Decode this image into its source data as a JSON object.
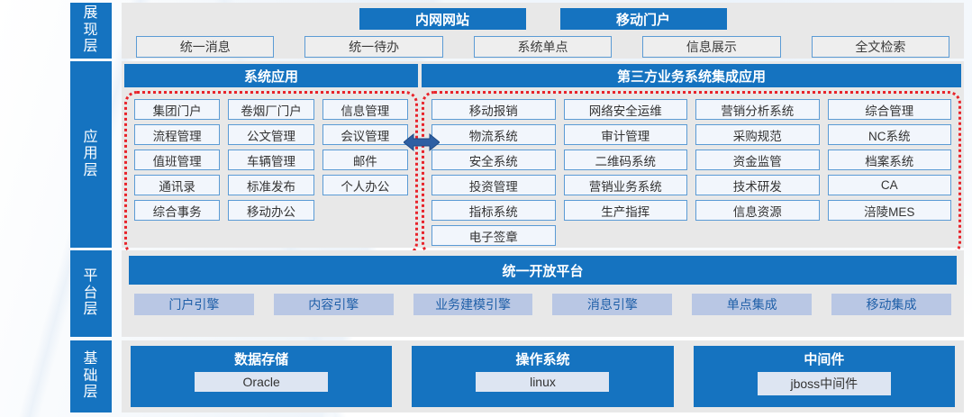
{
  "diagram": {
    "title": "IT Architecture Layers",
    "colors": {
      "primary_blue": "#1573c0",
      "dotted_red": "#e8232a",
      "chip_border": "#5b9bd5",
      "platform_chip": "#b9c7e4",
      "layer_body": "#e8e8e8"
    }
  },
  "presentation_layer": {
    "tab_chars": [
      "展",
      "现",
      "层"
    ],
    "banners": [
      "内网网站",
      "移动门户"
    ],
    "chips": [
      "统一消息",
      "统一待办",
      "系统单点",
      "信息展示",
      "全文检索"
    ]
  },
  "application_layer": {
    "tab_chars": [
      "应",
      "用",
      "层"
    ],
    "left_banner": "系统应用",
    "right_banner": "第三方业务系统集成应用",
    "arrow_icon": "double-arrow-icon",
    "left_columns": [
      [
        "集团门户",
        "流程管理",
        "值班管理",
        "通讯录",
        "综合事务"
      ],
      [
        "卷烟厂门户",
        "公文管理",
        "车辆管理",
        "标准发布",
        "移动办公"
      ],
      [
        "信息管理",
        "会议管理",
        "邮件",
        "个人办公"
      ]
    ],
    "right_columns": [
      [
        "移动报销",
        "物流系统",
        "安全系统",
        "投资管理",
        "指标系统",
        "电子签章"
      ],
      [
        "网络安全运维",
        "审计管理",
        "二维码系统",
        "营销业务系统",
        "生产指挥"
      ],
      [
        "营销分析系统",
        "采购规范",
        "资金监管",
        "技术研发",
        "信息资源"
      ],
      [
        "综合管理",
        "NC系统",
        "档案系统",
        "CA",
        "涪陵MES"
      ]
    ]
  },
  "platform_layer": {
    "tab_chars": [
      "平",
      "台",
      "层"
    ],
    "banner": "统一开放平台",
    "chips": [
      "门户引擎",
      "内容引擎",
      "业务建模引擎",
      "消息引擎",
      "单点集成",
      "移动集成"
    ]
  },
  "foundation_layer": {
    "tab_chars": [
      "基",
      "础",
      "层"
    ],
    "cards": [
      {
        "title": "数据存储",
        "value": "Oracle"
      },
      {
        "title": "操作系统",
        "value": "linux"
      },
      {
        "title": "中间件",
        "value": "jboss中间件"
      }
    ]
  }
}
